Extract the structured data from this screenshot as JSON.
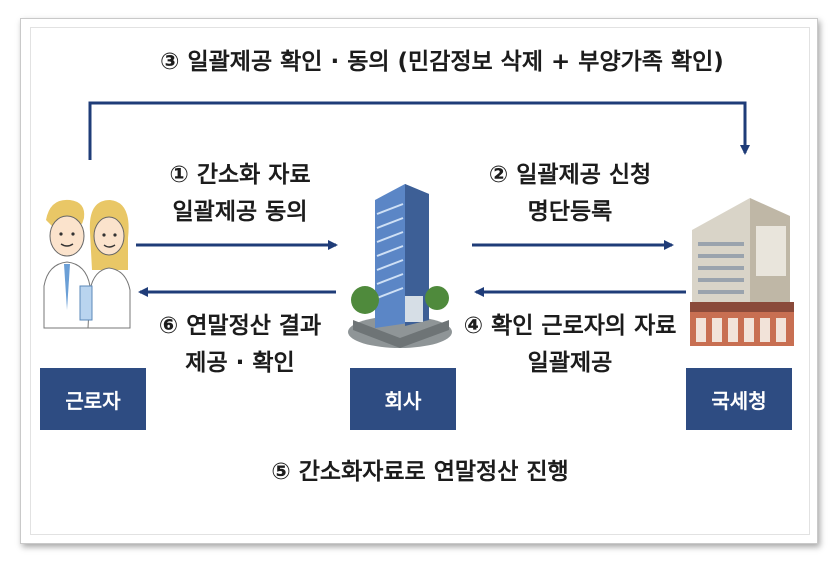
{
  "top_label": "③ 일괄제공 확인 · 동의 (민감정보 삭제 + 부양가족 확인)",
  "step1": {
    "line1": "① 간소화 자료",
    "line2": "일괄제공 동의"
  },
  "step2": {
    "line1": "② 일괄제공 신청",
    "line2": "명단등록"
  },
  "step4": {
    "line1": "④ 확인 근로자의 자료",
    "line2": "일괄제공"
  },
  "step6": {
    "line1": "⑥ 연말정산 결과",
    "line2": "제공 · 확인"
  },
  "bottom_label": "⑤ 간소화자료로 연말정산 진행",
  "actors": {
    "worker": "근로자",
    "company": "회사",
    "nts": "국세청"
  },
  "colors": {
    "arrow": "#1f3c78",
    "box": "#2e4c82"
  },
  "icons": {
    "worker": "two-workers-icon",
    "company": "office-building-icon",
    "nts": "government-building-icon"
  }
}
